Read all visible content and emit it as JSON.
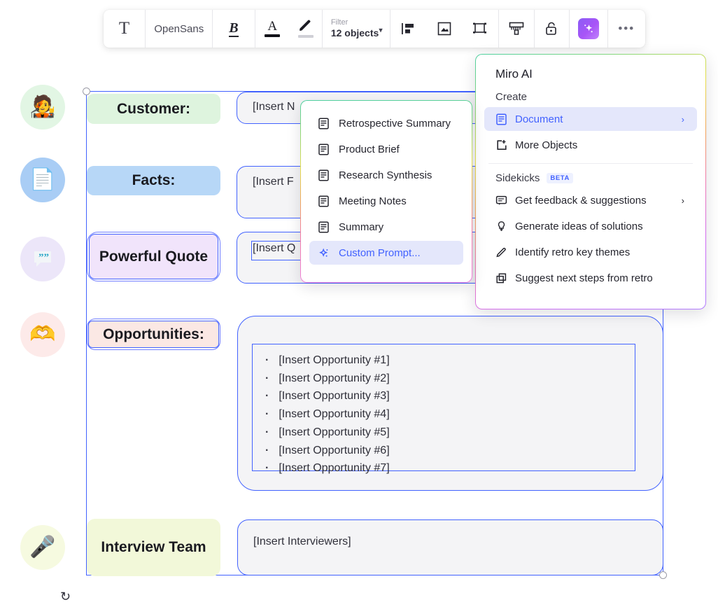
{
  "toolbar": {
    "text_icon": "text-format-icon",
    "font_name": "OpenSans",
    "bold_label": "B",
    "text_color_label": "A",
    "filter_label": "Filter",
    "filter_value": "12 objects",
    "icons": [
      "align-icon",
      "frame-icon",
      "crop-icon",
      "paintbrush-icon",
      "lock-icon",
      "ai-sparkle-icon",
      "more-icon"
    ]
  },
  "rail": {
    "items": [
      {
        "name": "customer-avatar-icon",
        "glyph": "👤",
        "bg": "#e2f6e4"
      },
      {
        "name": "facts-document-icon",
        "glyph": "📄",
        "bg": "#a9cdf5"
      },
      {
        "name": "quote-bubble-icon",
        "glyph": "”",
        "bg": "#ece6f9"
      },
      {
        "name": "opportunities-heart-icon",
        "glyph": "❤",
        "bg": "#fdeae9"
      },
      {
        "name": "interview-team-icon",
        "glyph": "🎤",
        "bg": "#f6fae0"
      }
    ],
    "refresh_icon": "refresh-icon"
  },
  "canvas": {
    "rows": [
      {
        "label": "Customer:",
        "bg": "#def4de",
        "value": "[Insert N",
        "selected": false
      },
      {
        "label": "Facts:",
        "bg": "#b7d7f7",
        "value": "[Insert F",
        "selected": false
      },
      {
        "label": "Powerful Quote",
        "bg": "#f1e4fb",
        "value": "[Insert Q",
        "selected": true
      },
      {
        "label": "Opportunities:",
        "bg": "#fbe8e4",
        "value": "",
        "selected": true
      },
      {
        "label": "Interview Team",
        "bg": "#f2f8d9",
        "value": "[Insert Interviewers]",
        "selected": false
      }
    ],
    "opportunities": [
      "[Insert Opportunity #1]",
      "[Insert Opportunity #2]",
      "[Insert Opportunity #3]",
      "[Insert Opportunity #4]",
      "[Insert Opportunity #5]",
      "[Insert Opportunity #6]",
      "[Insert Opportunity #7]"
    ]
  },
  "ai_panel": {
    "title": "Miro AI",
    "create_label": "Create",
    "create_items": [
      {
        "label": "Document",
        "icon": "document-icon",
        "chevron": "›",
        "active": true
      },
      {
        "label": "More Objects",
        "icon": "more-objects-icon",
        "chevron": "",
        "active": false
      }
    ],
    "sidekicks_label": "Sidekicks",
    "beta_badge": "BETA",
    "sidekick_items": [
      {
        "label": "Get feedback & suggestions",
        "icon": "comment-icon",
        "chevron": "›"
      },
      {
        "label": "Generate ideas of solutions",
        "icon": "lightbulb-icon",
        "chevron": ""
      },
      {
        "label": "Identify retro key themes",
        "icon": "pencil-icon",
        "chevron": ""
      },
      {
        "label": "Suggest next steps from retro",
        "icon": "copy-icon",
        "chevron": ""
      }
    ]
  },
  "submenu": {
    "items": [
      {
        "label": "Retrospective Summary",
        "icon": "document-icon",
        "active": false
      },
      {
        "label": "Product Brief",
        "icon": "document-icon",
        "active": false
      },
      {
        "label": "Research Synthesis",
        "icon": "document-icon",
        "active": false
      },
      {
        "label": "Meeting Notes",
        "icon": "document-icon",
        "active": false
      },
      {
        "label": "Summary",
        "icon": "document-icon",
        "active": false
      },
      {
        "label": "Custom Prompt...",
        "icon": "sparkle-icon",
        "active": true
      }
    ]
  },
  "colors": {
    "accent": "#4262ff",
    "active_bg": "#e4e7fb",
    "card_bg": "#f4f4f6"
  }
}
